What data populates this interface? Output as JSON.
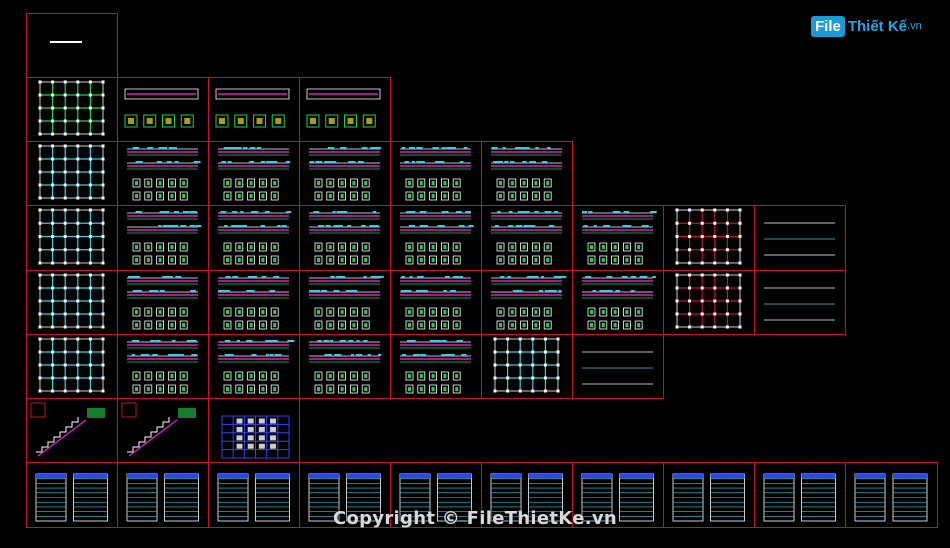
{
  "logo": {
    "file": "File",
    "thiet": "Thiết Kế",
    "vn": ".vn"
  },
  "watermark": "Copyright © FileThietKe.vn",
  "colors": {
    "frame": "#c8102e",
    "white": "#ffffff",
    "green": "#1fd14a",
    "cyan": "#35d0e0",
    "magenta": "#e01cc8",
    "yellow": "#f0e020",
    "blue": "#2b45ff"
  },
  "sheet_rows": [
    {
      "row": "title",
      "cells": [
        "title-block"
      ]
    },
    {
      "row": "1",
      "cells": [
        "plan-green",
        "detail",
        "detail",
        "detail-small"
      ]
    },
    {
      "row": "2",
      "cells": [
        "plan",
        "beam",
        "beam",
        "beam",
        "beam",
        "beam"
      ]
    },
    {
      "row": "3",
      "cells": [
        "plan",
        "beam",
        "beam",
        "beam",
        "beam",
        "beam",
        "beam",
        "plan-red",
        "section"
      ]
    },
    {
      "row": "4",
      "cells": [
        "plan",
        "beam",
        "beam",
        "beam",
        "beam",
        "beam",
        "beam",
        "plan-red",
        "section"
      ]
    },
    {
      "row": "5",
      "cells": [
        "plan",
        "beam",
        "beam",
        "beam",
        "beam-stair",
        "plan-cyan",
        "section-small"
      ]
    },
    {
      "row": "6",
      "cells": [
        "stair",
        "stair",
        "table-blue"
      ]
    },
    {
      "row": "7",
      "cells": [
        "schedule",
        "schedule",
        "schedule",
        "schedule",
        "schedule",
        "schedule",
        "schedule",
        "schedule",
        "schedule",
        "schedule"
      ]
    }
  ]
}
